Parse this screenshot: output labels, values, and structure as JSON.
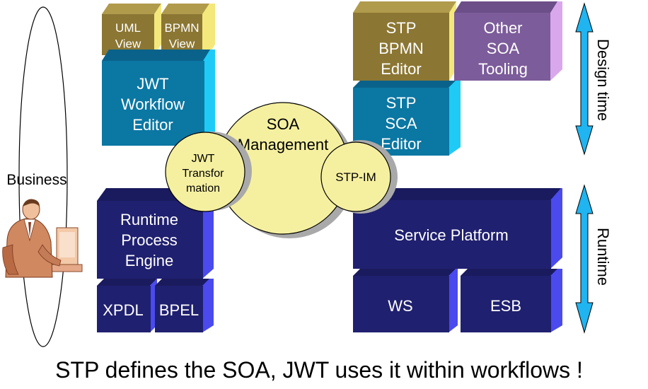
{
  "boxes": {
    "uml_view": "UML\nView",
    "bpmn_view": "BPMN\nView",
    "jwt_workflow_editor": "JWT\nWorkflow\nEditor",
    "stp_bpmn_editor": "STP\nBPMN\nEditor",
    "other_soa_tooling": "Other\nSOA\nTooling",
    "stp_sca_editor": "STP\nSCA\nEditor",
    "runtime_process_engine": "Runtime\nProcess\nEngine",
    "xpdl": "XPDL",
    "bpel": "BPEL",
    "service_platform": "Service Platform",
    "ws": "WS",
    "esb": "ESB"
  },
  "circles": {
    "soa_management": "SOA\nManagement",
    "jwt_transformation": "JWT\nTransfor\nmation",
    "stp_im": "STP-IM"
  },
  "left_label": "Business",
  "arrows": {
    "design_time": "Design time",
    "runtime": "Runtime"
  },
  "caption": "STP defines the SOA, JWT uses it within workflows !",
  "colors": {
    "olive": "#8b7633",
    "olive_top": "#b09a4c",
    "olive_side": "#f4e87c",
    "teal": "#0b77a3",
    "teal_top": "#0a628a",
    "teal_side": "#1fcbf6",
    "purple": "#7c5c9a",
    "purple_top": "#6c4e88",
    "purple_side": "#d9a8ec",
    "navy": "#202070",
    "navy_top": "#1a1a5e",
    "navy_side": "#4a4aee",
    "circle_fill": "#f5f0a0",
    "circle_shadow": "#a9a9a9",
    "arrow": "#20b4f0"
  }
}
